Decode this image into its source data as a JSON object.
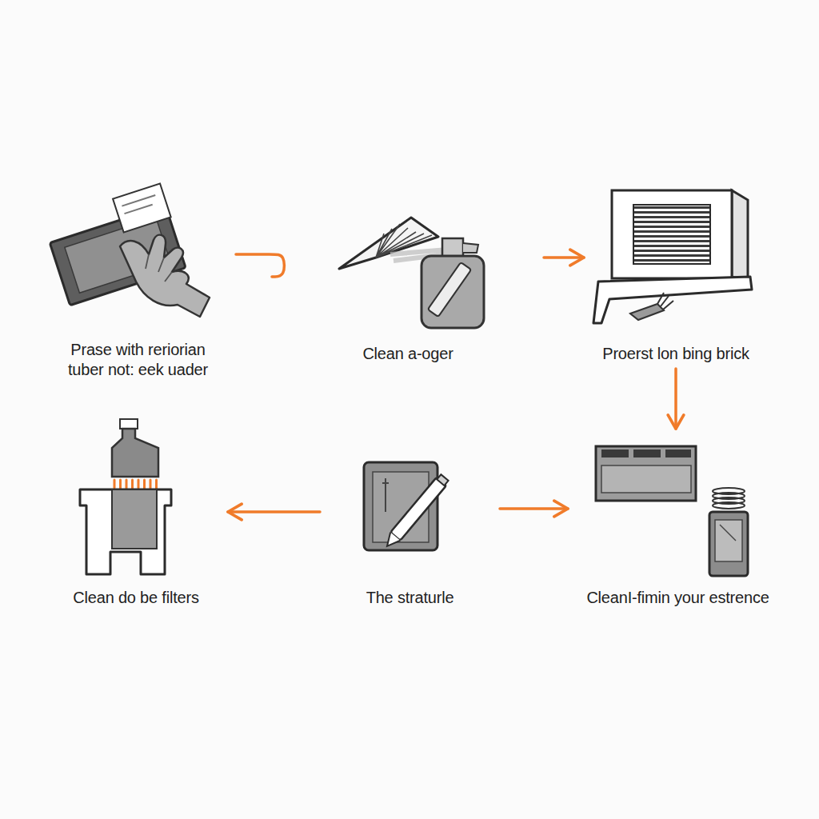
{
  "diagram": {
    "nodes": [
      {
        "text": [
          "Prase with reriorian tuber not: eek uader"
        ]
      },
      {
        "text": [
          "Clean a-oger"
        ]
      },
      {
        "text": [
          "Proerst lon bing brick"
        ]
      },
      {
        "text": [
          "Clean do be filters"
        ]
      },
      {
        "text": [
          "The straturle"
        ]
      },
      {
        "text": [
          "CleanI-fimin your estrence"
        ]
      }
    ],
    "edges": [
      {
        "from": 0,
        "to": 1,
        "arrow": "none"
      },
      {
        "from": 1,
        "to": 2,
        "arrow": "to"
      },
      {
        "from": 2,
        "to": 5,
        "arrow": "to"
      },
      {
        "from": 4,
        "to": 3,
        "arrow": "to"
      },
      {
        "from": 4,
        "to": 5,
        "arrow": "to"
      }
    ]
  }
}
